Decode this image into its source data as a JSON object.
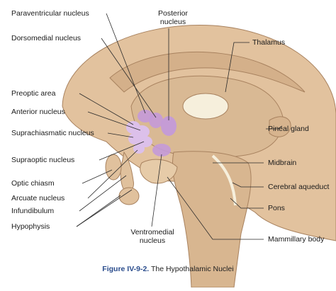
{
  "colors": {
    "brain_tan": "#e2c29e",
    "brain_dark": "#c9a27c",
    "outline": "#a8825f",
    "nucleus_purple": "#c49ad8",
    "nucleus_light": "#dcc0ea",
    "thalamus_center": "#f6efdc",
    "leader": "#2a2a2a",
    "caption_accent": "#2a4c8c"
  },
  "labels": {
    "paraventricular": "Paraventricular nucleus",
    "posterior_line1": "Posterior",
    "posterior_line2": "nucleus",
    "dorsomedial": "Dorsomedial nucleus",
    "thalamus": "Thalamus",
    "preoptic": "Preoptic area",
    "anterior": "Anterior nucleus",
    "suprachiasmatic": "Suprachiasmatic nucleus",
    "pineal": "Pineal gland",
    "supraoptic": "Supraoptic nucleus",
    "midbrain": "Midbrain",
    "optic_chiasm": "Optic chiasm",
    "cerebral_aqueduct": "Cerebral aqueduct",
    "arcuate": "Arcuate nucleus",
    "pons": "Pons",
    "infundibulum": "Infundibulum",
    "hypophysis": "Hypophysis",
    "ventromedial_line1": "Ventromedial",
    "ventromedial_line2": "nucleus",
    "mammillary": "Mammillary body"
  },
  "caption": {
    "figure_number": "Figure IV-9-2.",
    "title": "The Hypothalamic Nuclei"
  }
}
